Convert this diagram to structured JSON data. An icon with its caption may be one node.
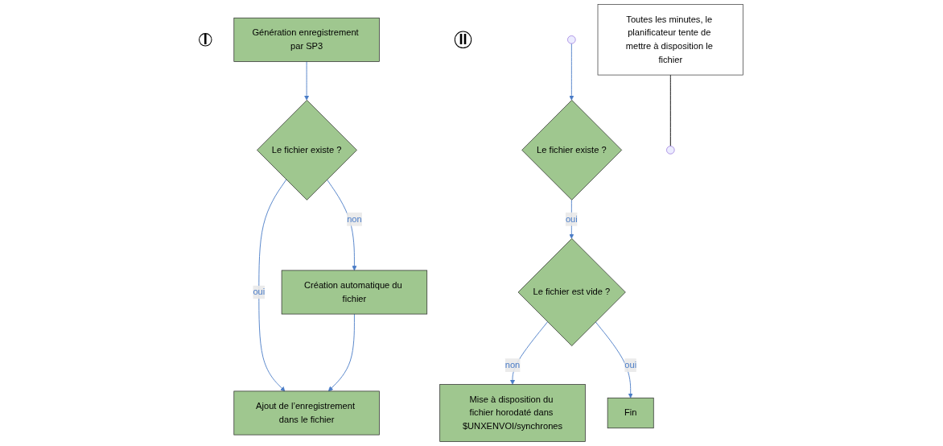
{
  "diagram": {
    "nodes": [
      {
        "text": [
          "I"
        ]
      },
      {
        "text": [
          "Génération enregistrement par SP3"
        ]
      },
      {
        "text": [
          "Le fichier existe ?"
        ]
      },
      {
        "text": [
          "Création automatique du fichier"
        ]
      },
      {
        "text": [
          "Ajout de l’enregistrement dans le fichier"
        ]
      },
      {
        "text": [
          "II"
        ]
      },
      {
        "text": [
          "Toutes les minutes, le planificateur tente de mettre à disposition le fichier"
        ]
      },
      {
        "text": [
          "Le fichier existe ?"
        ]
      },
      {
        "text": [
          "Le fichier est vide ?"
        ]
      },
      {
        "text": [
          "Mise à disposition du fichier horodaté dans $UNXENVOI/synchrones"
        ]
      },
      {
        "text": [
          "Fin"
        ]
      }
    ],
    "edges": [
      {
        "from": 1,
        "to": 2,
        "arrow": "to"
      },
      {
        "from": 2,
        "to": 3,
        "label": "non",
        "arrow": "to"
      },
      {
        "from": 2,
        "to": 4,
        "label": "oui",
        "arrow": "to"
      },
      {
        "from": 3,
        "to": 4,
        "arrow": "to"
      },
      {
        "from": 6,
        "to": null,
        "arrow": "none",
        "color": "#000000"
      },
      {
        "from": null,
        "to": 7,
        "arrow": "to"
      },
      {
        "from": 7,
        "to": 8,
        "label": "oui",
        "arrow": "to"
      },
      {
        "from": 8,
        "to": 9,
        "label": "non",
        "arrow": "to"
      },
      {
        "from": 8,
        "to": 10,
        "label": "oui",
        "arrow": "to"
      }
    ]
  }
}
